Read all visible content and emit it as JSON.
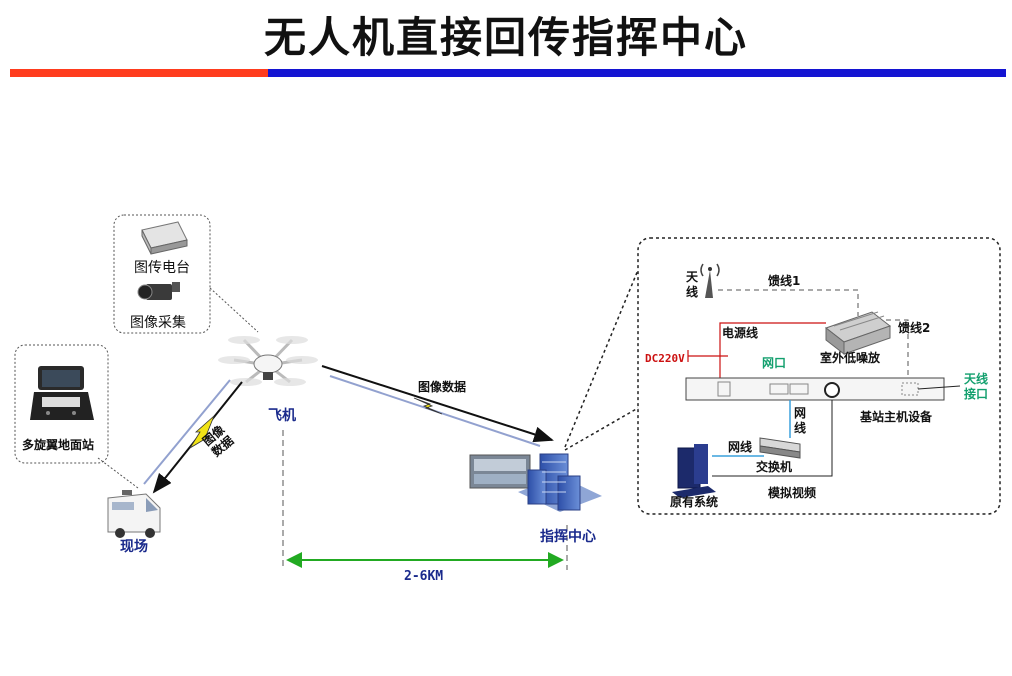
{
  "title": "无人机直接回传指挥中心",
  "labels": {
    "radio": "图传电台",
    "camera": "图像采集",
    "ground_station": "多旋翼地面站",
    "site": "现场",
    "aircraft": "飞机",
    "image_data": "图像数据",
    "image_data_vertical": "图像\n数据",
    "command_center": "指挥中心",
    "distance": "2-6KM",
    "antenna": "天\n线",
    "feeder1": "馈线1",
    "feeder2": "馈线2",
    "power_line": "电源线",
    "outdoor_lna": "室外低噪放",
    "dc": "DC220V",
    "net_port": "网口",
    "antenna_port": "天线\n接口",
    "base_station": "基站主机设备",
    "network_cable_v": "网\n线",
    "network_cable": "网线",
    "switch": "交换机",
    "existing_system": "原有系统",
    "analog_video": "模拟视频"
  },
  "colors": {
    "bar_left": "#ff3c1e",
    "bar_right": "#1414d2",
    "blue_text": "#1a2a8c",
    "green": "#22aa22",
    "red": "#cc1111",
    "teal_text": "#13a06e"
  }
}
